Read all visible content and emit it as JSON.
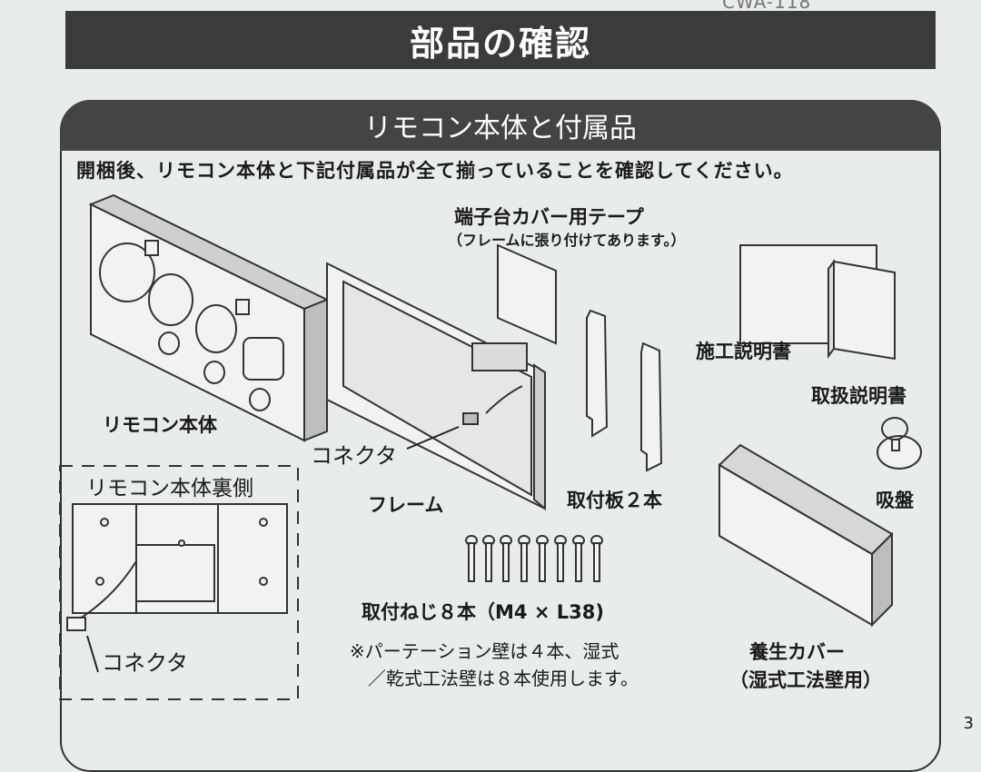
{
  "header": {
    "model": "CWA-118",
    "title": "部品の確認"
  },
  "section": {
    "title": "リモコン本体と付属品",
    "intro": "開梱後、リモコン本体と下記付属品が全て揃っていることを確認してください。"
  },
  "parts": {
    "remote": "リモコン本体",
    "remote_back": "リモコン本体裏側",
    "connector_frame": "コネクタ",
    "connector_back": "コネクタ",
    "frame": "フレーム",
    "tape_title": "端子台カバー用テープ",
    "tape_note": "（フレームに張り付けてあります。）",
    "plates": "取付板２本",
    "install_manual": "施工説明書",
    "user_manual": "取扱説明書",
    "suction": "吸盤",
    "screws": "取付ねじ８本（M4 × L38)",
    "screws_note1": "※パーテーション壁は４本、湿式",
    "screws_note2": "／乾式工法壁は８本使用します。",
    "cover_title": "養生カバー",
    "cover_note": "（湿式工法壁用）"
  },
  "page_number": "3"
}
